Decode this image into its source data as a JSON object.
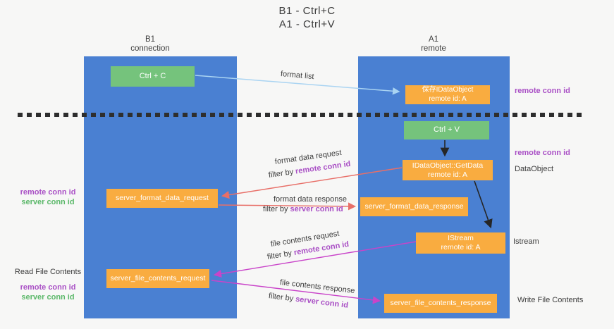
{
  "title": {
    "line1": "B1 - Ctrl+C",
    "line2": "A1 - Ctrl+V"
  },
  "columns": {
    "left": {
      "name": "B1",
      "role": "connection"
    },
    "right": {
      "name": "A1",
      "role": "remote"
    }
  },
  "boxes": {
    "ctrl_c": {
      "label": "Ctrl + C"
    },
    "ctrl_v": {
      "label": "Ctrl + V"
    },
    "save_dataobject": {
      "line1": "保存IDataObject",
      "line2": "remote id: A"
    },
    "getdata": {
      "line1": "IDataObject::GetData",
      "line2": "remote id: A"
    },
    "format_request": {
      "label": "server_format_data_request"
    },
    "format_response": {
      "label": "server_format_data_response"
    },
    "istream": {
      "line1": "IStream",
      "line2": "remote id: A"
    },
    "file_request": {
      "label": "server_file_contents_request"
    },
    "file_response": {
      "label": "server_file_contents_response"
    }
  },
  "flow_labels": {
    "format_list": "format list",
    "format_data_request": "format data request",
    "format_data_response": "format data response",
    "file_contents_request": "file contents request",
    "file_contents_response": "file contents response",
    "filter_by": "filter by ",
    "remote_conn_id": "remote conn id",
    "server_conn_id": "server conn id"
  },
  "side_labels": {
    "remote_conn_id": "remote conn id",
    "server_conn_id": "server conn id",
    "dataobject": "DataObject",
    "istream": "Istream",
    "read_file_contents": "Read File Contents",
    "write_file_contents": "Write File Contents"
  },
  "colors": {
    "column_blue": "#4a80d2",
    "box_orange": "#f9ac40",
    "box_green": "#75c37c",
    "arrow_blue": "#aad4f2",
    "arrow_red": "#e86f68",
    "arrow_magenta": "#c944c9",
    "text_purple": "#a94fc5",
    "text_green": "#5cb86a",
    "dashed_line": "#2e2e2e"
  }
}
